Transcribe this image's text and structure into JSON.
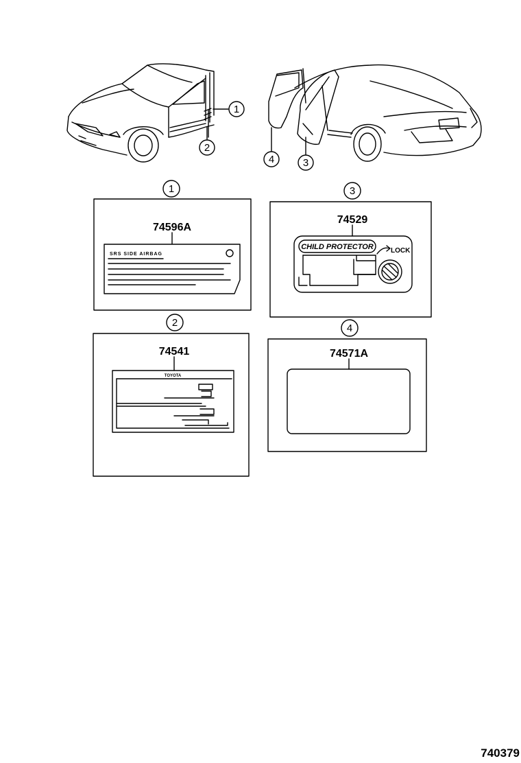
{
  "callouts": [
    {
      "num": "1",
      "part_number": "74596A",
      "label_text": "SRS SIDE AIRBAG"
    },
    {
      "num": "2",
      "part_number": "74541",
      "label_text": "TOYOTA"
    },
    {
      "num": "3",
      "part_number": "74529",
      "label_text": "CHILD PROTECTOR",
      "label_text2": "LOCK"
    },
    {
      "num": "4",
      "part_number": "74571A"
    }
  ],
  "diagram_id": "740379"
}
